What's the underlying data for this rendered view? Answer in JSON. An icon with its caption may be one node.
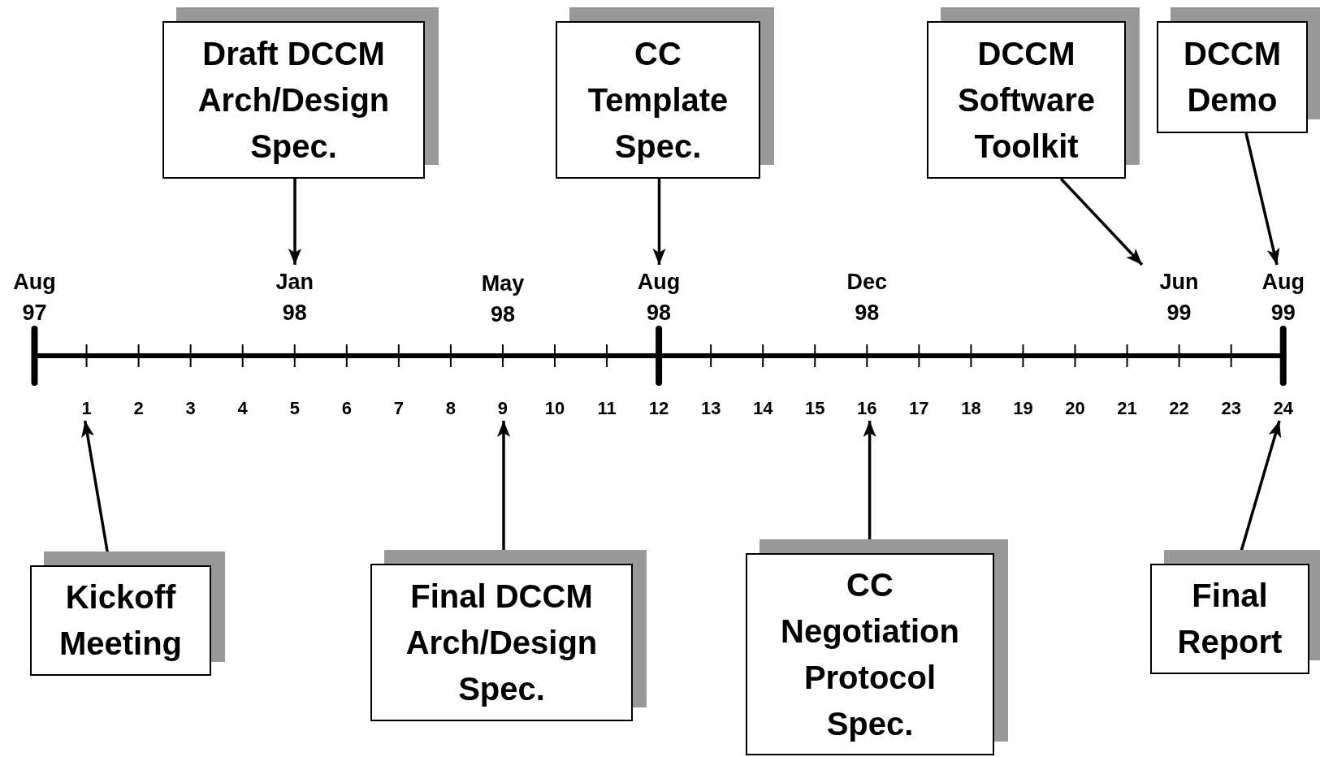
{
  "diagram": {
    "nodes": [
      {
        "text": [
          "Draft DCCM Arch/Design Spec."
        ]
      },
      {
        "text": [
          "CC Template Spec."
        ]
      },
      {
        "text": [
          "DCCM Software Toolkit"
        ]
      },
      {
        "text": [
          "DCCM Demo"
        ]
      },
      {
        "text": [
          "Kickoff Meeting"
        ]
      },
      {
        "text": [
          "Final DCCM Arch/Design Spec."
        ]
      },
      {
        "text": [
          "CC Negotiation Protocol Spec."
        ]
      },
      {
        "text": [
          "Final Report"
        ]
      },
      {
        "text": [
          "Jan 98"
        ]
      },
      {
        "text": [
          "Aug 98"
        ]
      },
      {
        "text": [
          "Jun 99"
        ]
      },
      {
        "text": [
          "Aug 99"
        ]
      },
      {
        "text": [
          "1"
        ]
      },
      {
        "text": [
          "9"
        ]
      },
      {
        "text": [
          "16"
        ]
      },
      {
        "text": [
          "24"
        ]
      }
    ],
    "edges": [
      {
        "from": 0,
        "to": 8,
        "arrow": "to"
      },
      {
        "from": 1,
        "to": 9,
        "arrow": "to"
      },
      {
        "from": 2,
        "to": 10,
        "arrow": "to"
      },
      {
        "from": 3,
        "to": 11,
        "arrow": "to"
      },
      {
        "from": 4,
        "to": 12,
        "arrow": "to"
      },
      {
        "from": 5,
        "to": 13,
        "arrow": "to"
      },
      {
        "from": 6,
        "to": 14,
        "arrow": "to"
      },
      {
        "from": 7,
        "to": 15,
        "arrow": "to"
      }
    ],
    "labels": [
      "Aug 97",
      "May 98",
      "Dec 98",
      "2",
      "3",
      "4",
      "5",
      "6",
      "7",
      "8",
      "10",
      "11",
      "12",
      "13",
      "14",
      "15",
      "17",
      "18",
      "19",
      "20",
      "21",
      "22",
      "23"
    ]
  }
}
